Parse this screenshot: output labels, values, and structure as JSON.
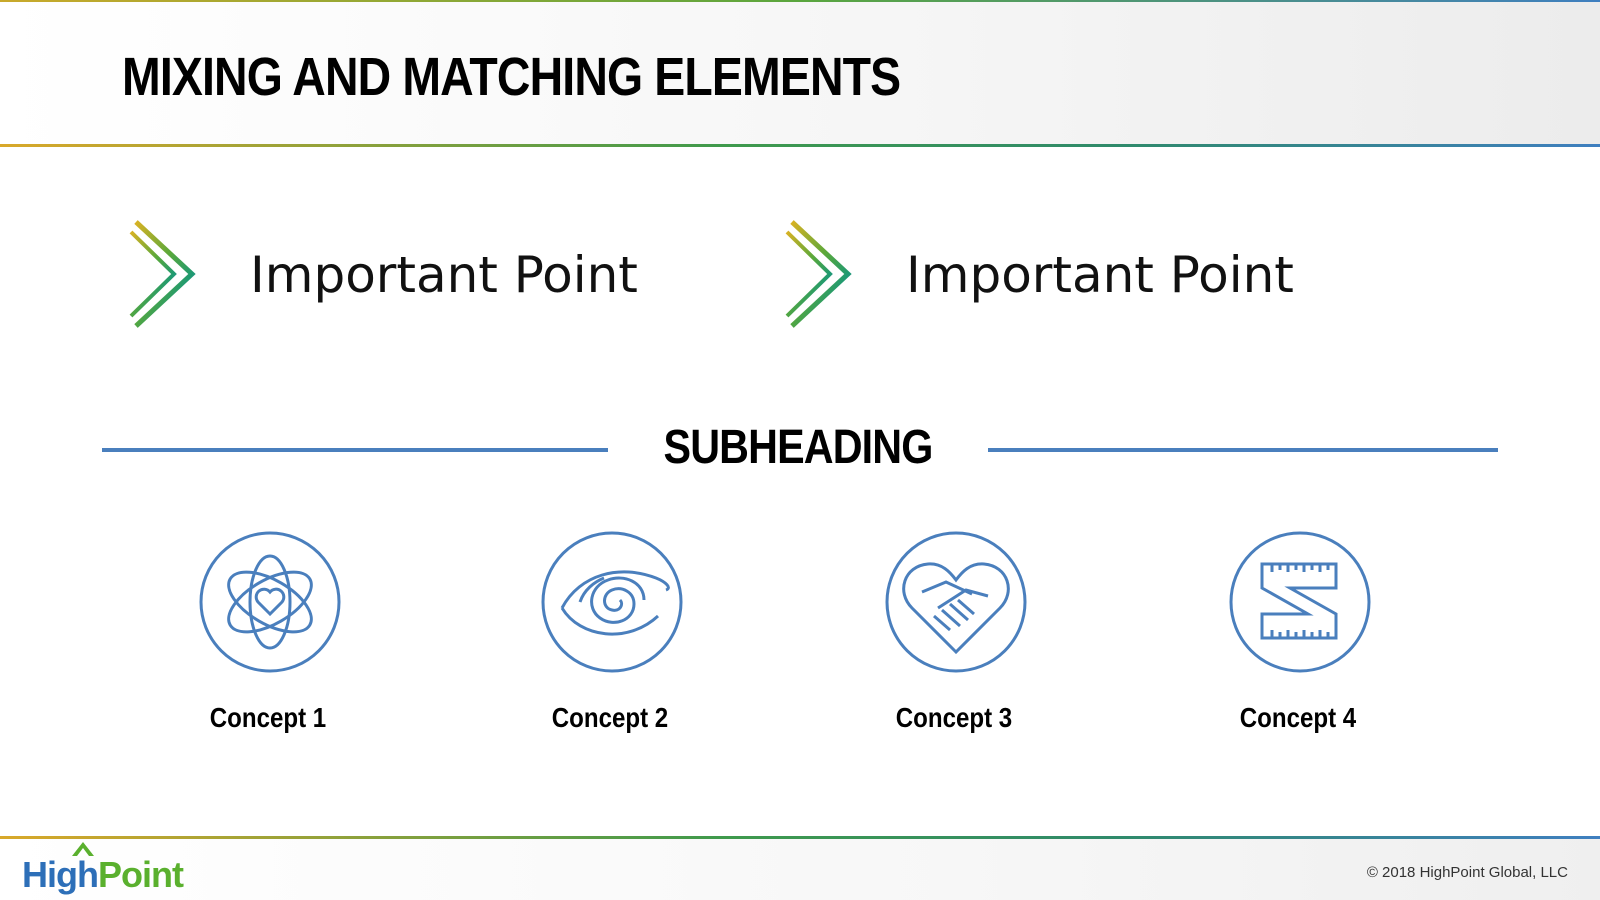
{
  "slide": {
    "title": "MIXING AND MATCHING ELEMENTS",
    "points": [
      {
        "text": "Important Point",
        "icon": "chevron-right-icon"
      },
      {
        "text": "Important Point",
        "icon": "chevron-right-icon"
      }
    ],
    "subheading": "SUBHEADING",
    "concepts": [
      {
        "label": "Concept 1",
        "icon": "atom-heart-icon"
      },
      {
        "label": "Concept 2",
        "icon": "spiral-eye-icon"
      },
      {
        "label": "Concept 3",
        "icon": "handshake-heart-icon"
      },
      {
        "label": "Concept 4",
        "icon": "ruler-z-icon"
      }
    ]
  },
  "footer": {
    "logo_high": "High",
    "logo_point": "Point",
    "copyright": "© 2018 HighPoint Global, LLC"
  },
  "colors": {
    "accent_blue": "#4a7fbd",
    "gold": "#d9a82a",
    "green": "#3f9a4c",
    "logo_blue": "#2d6fb8",
    "logo_green": "#5ab02e"
  }
}
